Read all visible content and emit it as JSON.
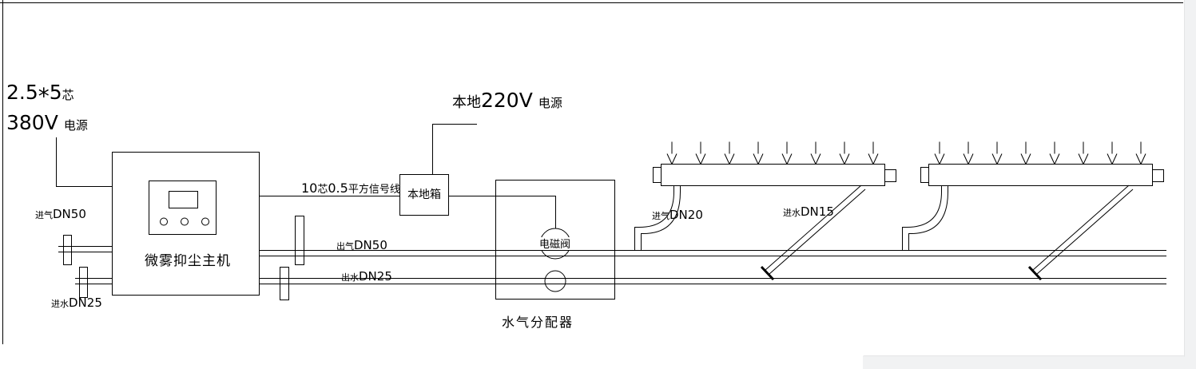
{
  "power_380": {
    "value1": "2.5",
    "star": "*",
    "value2": "5",
    "core_suffix": "芯",
    "voltage": "380V",
    "source": "电源"
  },
  "power_220": {
    "prefix": "本地",
    "voltage": "220V",
    "source": "电源"
  },
  "signal_cable": {
    "count": "10",
    "count_unit": "芯",
    "area": "0.5",
    "area_unit": "平方信号线"
  },
  "main_unit": {
    "label": "微雾抑尘主机"
  },
  "local_box": {
    "label": "本地箱"
  },
  "distributor": {
    "label": "水气分配器",
    "solenoid_label": "电磁阀"
  },
  "ports": {
    "air_in": {
      "type": "进气",
      "size": "DN50"
    },
    "water_in": {
      "type": "进水",
      "size": "DN25"
    },
    "air_out": {
      "type": "出气",
      "size": "DN50"
    },
    "water_out": {
      "type": "出水",
      "size": "DN25"
    },
    "branch_air": {
      "type": "进气",
      "size": "DN20"
    },
    "branch_water": {
      "type": "进水",
      "size": "DN15"
    }
  },
  "colors": {
    "line": "#000000",
    "background": "#ffffff",
    "scrollbar": "#f1f2f3"
  }
}
